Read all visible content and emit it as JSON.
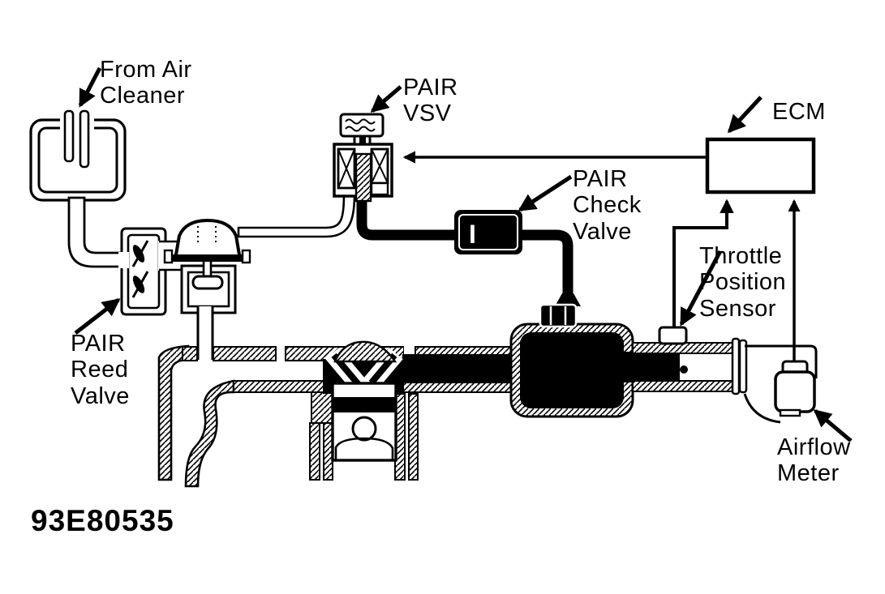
{
  "page": {
    "background": "#ffffff",
    "ink": "#000000"
  },
  "figure_code": "93E80535",
  "labels": {
    "from_air_cleaner": "From Air\nCleaner",
    "pair_vsv": "PAIR\nVSV",
    "ecm": "ECM",
    "pair_check_valve": "PAIR\nCheck\nValve",
    "throttle_position_sensor": "Throttle\nPosition\nSensor",
    "pair_reed_valve": "PAIR\nReed\nValve",
    "airflow_meter": "Airflow\nMeter",
    "check_valve_marking": "I"
  }
}
